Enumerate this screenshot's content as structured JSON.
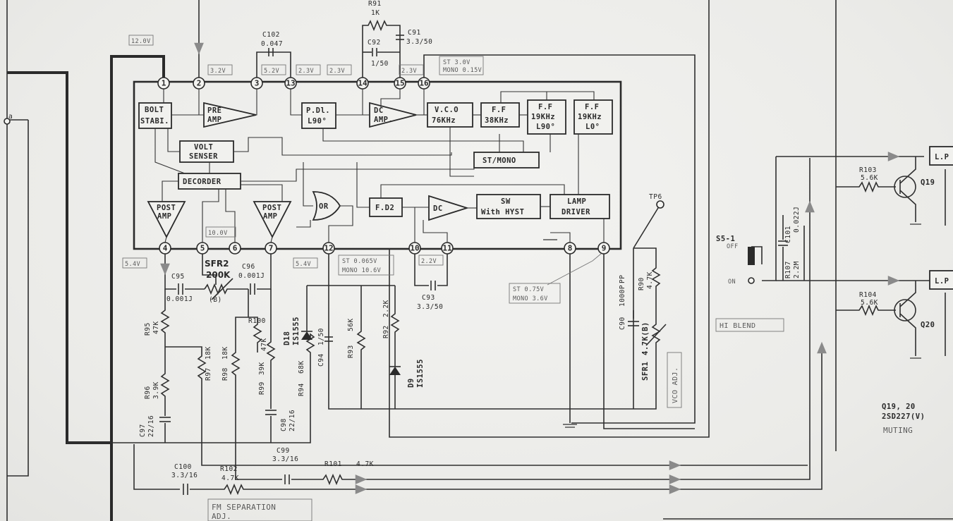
{
  "ic_pins": [
    "1",
    "2",
    "3",
    "13",
    "14",
    "15",
    "16",
    "4",
    "5",
    "6",
    "7",
    "12",
    "10",
    "11",
    "8",
    "9"
  ],
  "blocks": {
    "bolt": [
      "BOLT",
      "STABI."
    ],
    "preamp": [
      "PRE",
      "AMP"
    ],
    "volt_senser": [
      "VOLT",
      "SENSER"
    ],
    "decorder": "DECORDER",
    "post_amp": [
      "POST",
      "AMP"
    ],
    "pdl": [
      "P.Dl.",
      "L90°"
    ],
    "dc_amp": [
      "DC",
      "AMP."
    ],
    "vco": [
      "V.C.O",
      "76KHz"
    ],
    "ff1": [
      "F.F",
      "38KHz"
    ],
    "ff2": [
      "F.F",
      "19KHz",
      "L90°"
    ],
    "ff3": [
      "F.F",
      "19KHz",
      "L0°"
    ],
    "st_mono": "ST/MONO",
    "or": "OR",
    "fd2": "F.D2",
    "dc": "DC",
    "sw": [
      "SW",
      "With HYST"
    ],
    "lamp": [
      "LAMP",
      "DRIVER"
    ],
    "lpf": "L.P"
  },
  "voltages": {
    "v12": "12.0V",
    "v32": "3.2V",
    "v52": "5.2V",
    "v23a": "2.3V",
    "v23b": "2.3V",
    "v23c": "2.3V",
    "pin16": [
      "ST 3.0V",
      "MONO 0.15V"
    ],
    "v100": "10.0V",
    "v54a": "5.4V",
    "v54b": "5.4V",
    "pin12": [
      "ST 0.065V",
      "MONO 10.6V"
    ],
    "v22": "2.2V",
    "pin9": [
      "ST 0.75V",
      "MONO 3.6V"
    ]
  },
  "components": {
    "r91": [
      "R91",
      "1K"
    ],
    "c91": [
      "C91",
      "3.3/50"
    ],
    "c92": [
      "C92",
      "1/50"
    ],
    "c102": [
      "C102",
      "0.047"
    ],
    "c95": [
      "C95",
      "0.001J"
    ],
    "sfr2": [
      "SFR2",
      "200K",
      "(B)"
    ],
    "c96": [
      "C96",
      "0.001J"
    ],
    "r95": [
      "R95",
      "47K"
    ],
    "r96": [
      "R96",
      "3.9K"
    ],
    "c97": [
      "C97",
      "22/16"
    ],
    "r97": [
      "R97",
      "18K"
    ],
    "r98": [
      "R98",
      "18K"
    ],
    "r100": [
      "R100",
      "47K"
    ],
    "r99": [
      "R99",
      "39K"
    ],
    "c98": [
      "C98",
      "22/16"
    ],
    "d18": [
      "D18",
      "IS1555"
    ],
    "r94": [
      "R94",
      "68K"
    ],
    "c94": [
      "C94",
      "1/50"
    ],
    "r93": [
      "R93",
      "56K"
    ],
    "r92": [
      "R92",
      "2.2K"
    ],
    "d9": [
      "D9",
      "IS1555"
    ],
    "c93": [
      "C93",
      "3.3/50"
    ],
    "c99": [
      "C99",
      "3.3/16"
    ],
    "r101": [
      "R101",
      "4.7K"
    ],
    "c100": [
      "C100",
      "3.3/16"
    ],
    "r102": [
      "R102",
      "4.7K"
    ],
    "c90": [
      "C90",
      "1000P",
      "PP"
    ],
    "r90": [
      "R90",
      "4.7K"
    ],
    "sfr1": [
      "SFR1",
      "4.7K(B)"
    ],
    "tp6": "TP6",
    "s51": [
      "S5-1",
      "OFF",
      "ON"
    ],
    "c101": [
      "C101",
      "0.022J"
    ],
    "r107": [
      "R107",
      "2.2M"
    ],
    "r103": [
      "R103",
      "5.6K"
    ],
    "r104": [
      "R104",
      "5.6K"
    ],
    "q19": "Q19",
    "q20": "Q20",
    "hi_blend": "HI BLEND",
    "vco_adj": "VCO ADJ.",
    "fm_sep": [
      "FM SEPARATION",
      "ADJ."
    ],
    "q_note": [
      "Q19, 20",
      "2SD227(V)",
      "MUTING"
    ],
    "left_dot": "a"
  }
}
